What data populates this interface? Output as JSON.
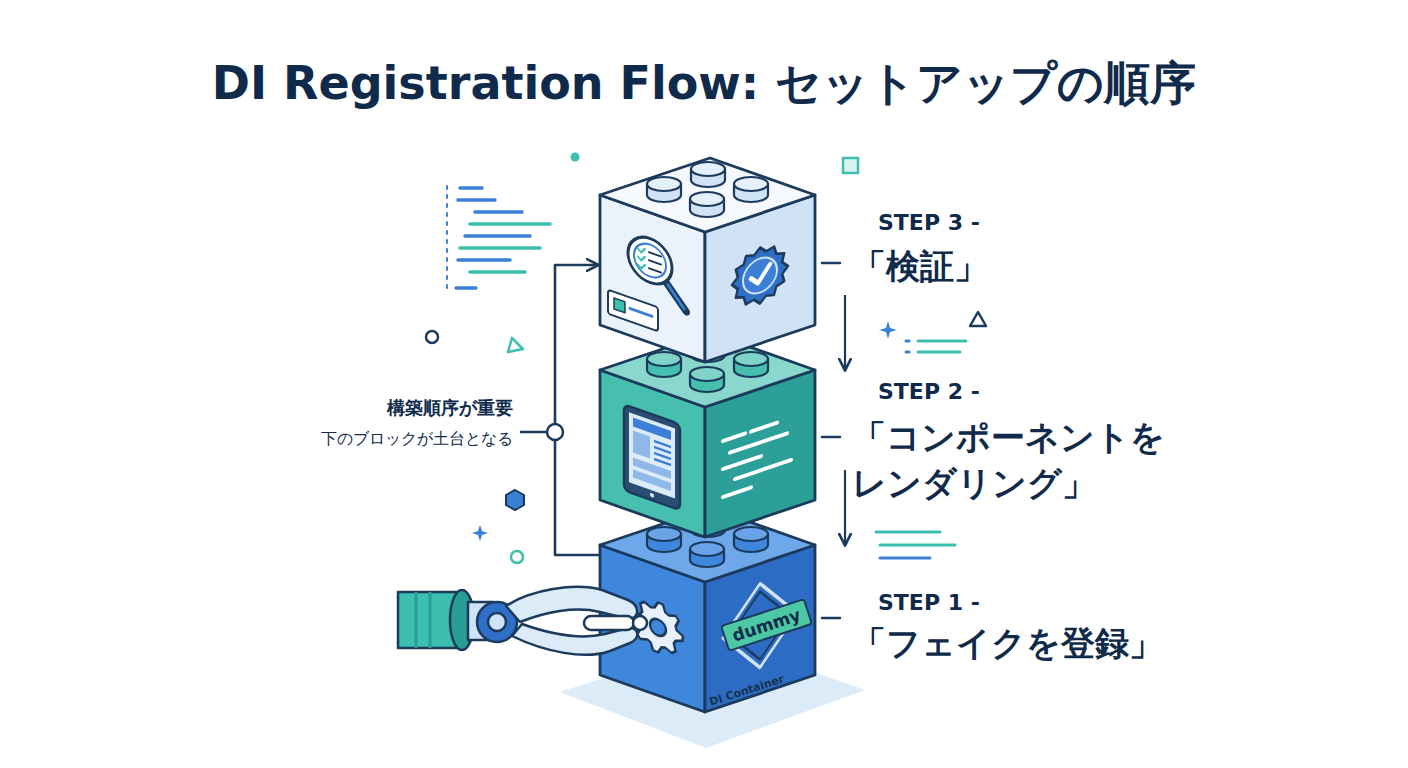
{
  "diagram": {
    "title": "DI Registration Flow: セットアップの順序",
    "nodes": [
      {
        "text": [
          "STEP 3 -",
          "「検証」"
        ]
      },
      {
        "text": [
          "STEP 2 -",
          "「コンポーネントを レンダリング」"
        ]
      },
      {
        "text": [
          "STEP 1 -",
          "「フェイクを登録」",
          "dummy",
          "DI Container"
        ]
      }
    ],
    "edges": [
      {
        "from": 0,
        "to": 1,
        "arrow": "to"
      },
      {
        "from": 1,
        "to": 2,
        "arrow": "to"
      },
      {
        "from": 2,
        "to": 0,
        "arrow": "to"
      }
    ],
    "labels": [
      "構築順序が重要",
      "下のブロックが土台となる"
    ]
  }
}
